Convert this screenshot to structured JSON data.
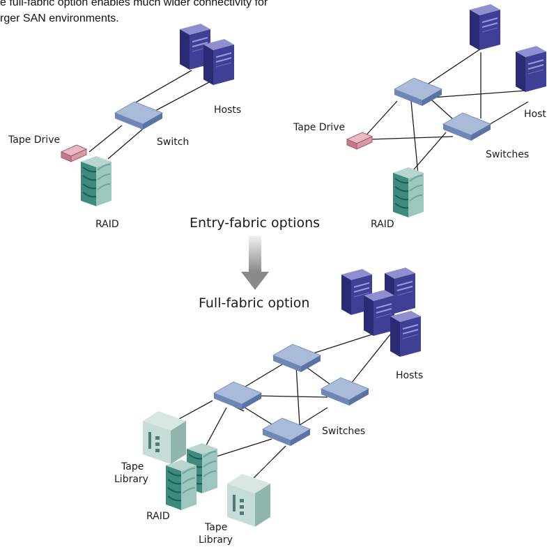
{
  "intro": {
    "line1": "e full-fabric option enables much wider connectivity for",
    "line2": "rger SAN environments."
  },
  "entry_left": {
    "hosts": "Hosts",
    "switch": "Switch",
    "tape_drive": "Tape Drive",
    "raid": "RAID"
  },
  "entry_right": {
    "host": "Host",
    "tape_drive": "Tape Drive",
    "switches": "Switches",
    "raid": "RAID"
  },
  "entry_caption": "Entry-fabric options",
  "full_caption": "Full-fabric option",
  "full": {
    "hosts": "Hosts",
    "switches": "Switches",
    "tape_library_1": "Tape\nLibrary",
    "raid": "RAID",
    "tape_library_2": "Tape\nLibrary"
  },
  "colors": {
    "host_front": "#3f3f96",
    "host_side": "#2b2b75",
    "host_top": "#8f8fd0",
    "switch_top": "#a9bbd9",
    "switch_side": "#6e87b5",
    "tape_drive": "#d79aa7",
    "raid_teal": "#4c9e92",
    "library_front": "#c6dcd8",
    "library_side": "#8fb5ae"
  }
}
